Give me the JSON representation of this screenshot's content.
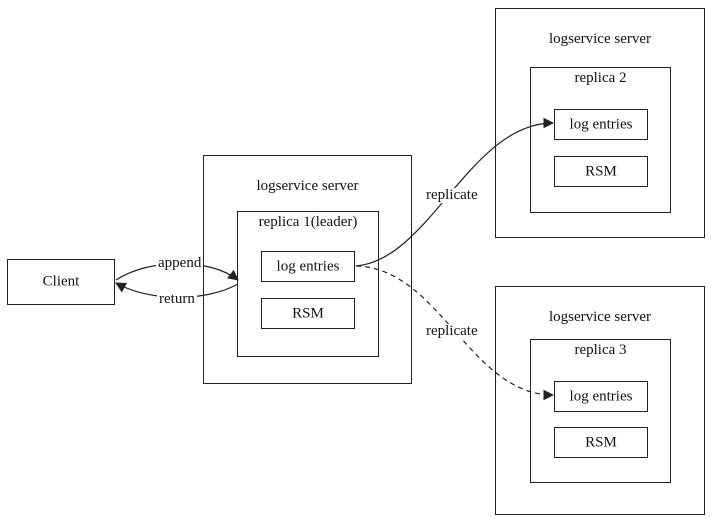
{
  "client": {
    "label": "Client"
  },
  "servers": [
    {
      "title": "logservice server",
      "replica": "replica 1(leader)",
      "log_label": "log entries",
      "rsm_label": "RSM"
    },
    {
      "title": "logservice server",
      "replica": "replica 2",
      "log_label": "log entries",
      "rsm_label": "RSM"
    },
    {
      "title": "logservice server",
      "replica": "replica 3",
      "log_label": "log entries",
      "rsm_label": "RSM"
    }
  ],
  "edges": {
    "append": "append",
    "return": "return",
    "replicate_top": "replicate",
    "replicate_bottom": "replicate"
  },
  "colors": {
    "stroke": "#222222",
    "text": "#111111",
    "background": "#ffffff"
  }
}
